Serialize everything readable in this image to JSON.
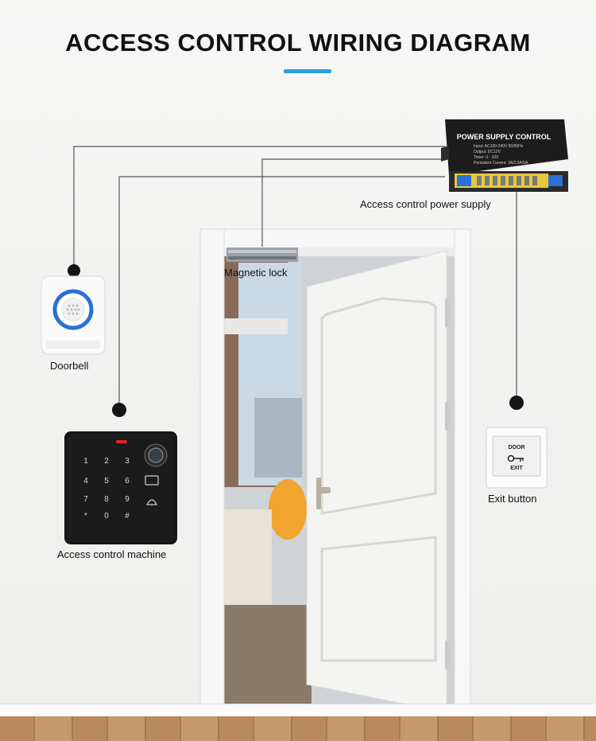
{
  "title": "ACCESS CONTROL WIRING DIAGRAM",
  "colors": {
    "accent": "#2b9fe0",
    "wire": "#555555",
    "door": "#f4f4f2",
    "doorbell_ring": "#2a6fd6"
  },
  "components": {
    "power_supply": {
      "label": "Access control power supply",
      "panel_title": "POWER SUPPLY CONTROL",
      "spec_lines": [
        "Input: AC100-240V 50/60Hz",
        "Output: DC12V",
        "Timer: 0 - 10S",
        "Persistent Current: 3A/2.5A/5A"
      ]
    },
    "magnetic_lock": {
      "label": "Magnetic lock"
    },
    "doorbell": {
      "label": "Doorbell",
      "icon": "doorbell-icon"
    },
    "access_machine": {
      "label": "Access control machine",
      "keys": [
        "1",
        "2",
        "3",
        "4",
        "5",
        "6",
        "7",
        "8",
        "9",
        "*",
        "0",
        "#"
      ]
    },
    "exit_button": {
      "label": "Exit button",
      "text_top": "DOOR",
      "text_bottom": "EXIT"
    }
  }
}
